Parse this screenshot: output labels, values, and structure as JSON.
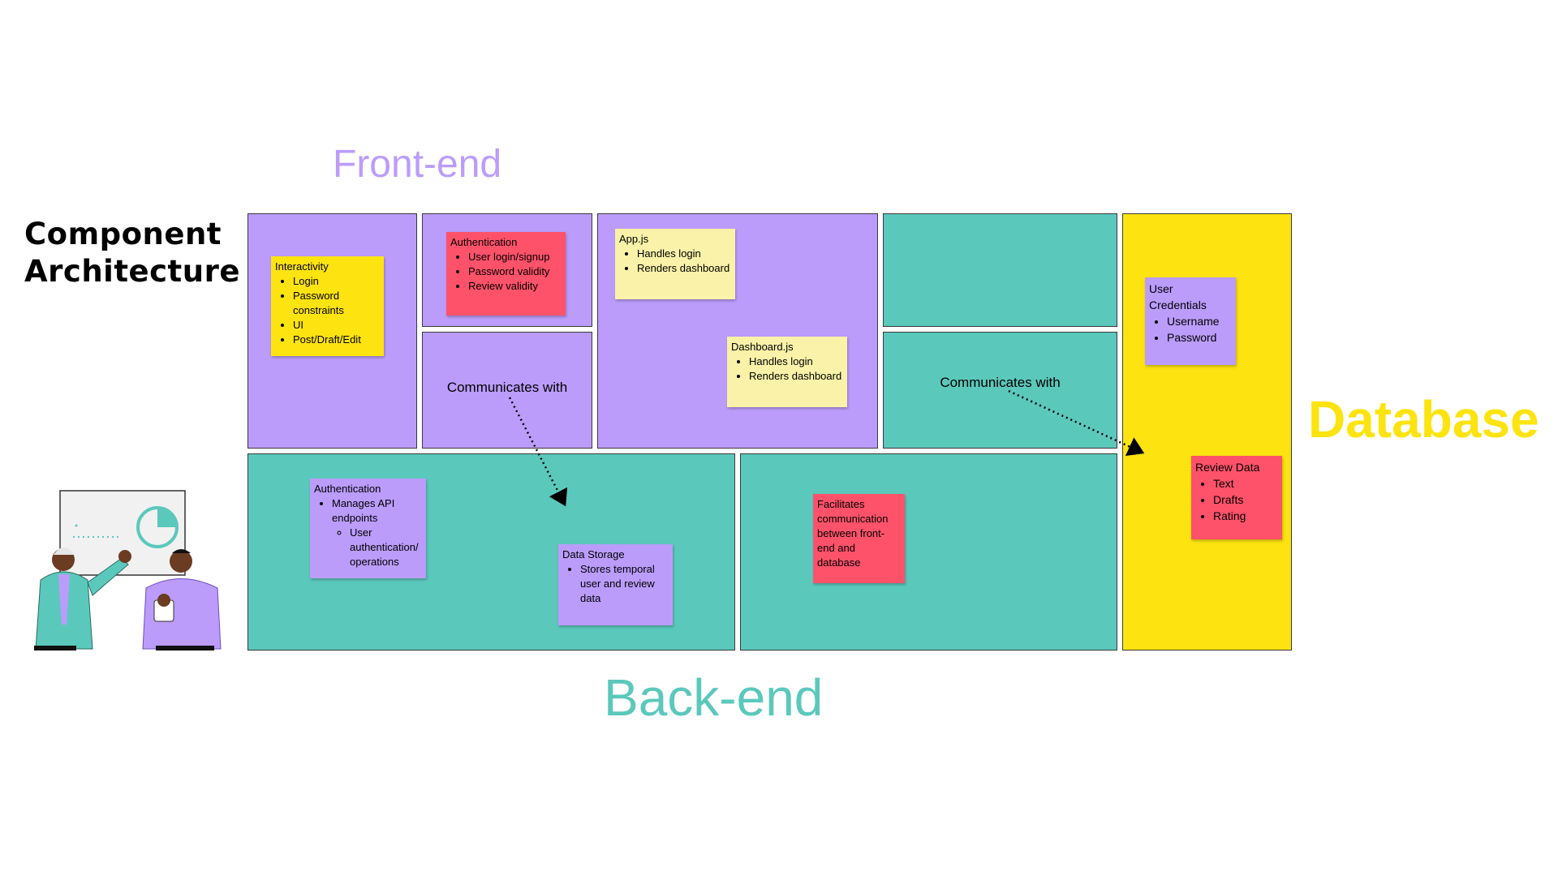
{
  "title": "Component\nArchitecture",
  "labels": {
    "frontend": "Front-end",
    "backend": "Back-end",
    "database": "Database"
  },
  "communicates": [
    "Communicates with",
    "Communicates with"
  ],
  "notes": {
    "interactivity": {
      "title": "Interactivity",
      "items": [
        "Login",
        "Password constraints",
        "UI",
        "Post/Draft/Edit"
      ]
    },
    "fe_auth": {
      "title": "Authentication",
      "items": [
        "User login/signup",
        "Password validity",
        "Review validity"
      ]
    },
    "appjs": {
      "title": "App.js",
      "items": [
        "Handles login",
        "Renders dashboard"
      ]
    },
    "dashboardjs": {
      "title": "Dashboard.js",
      "items": [
        "Handles login",
        "Renders dashboard"
      ]
    },
    "user_credentials": {
      "title": "User Credentials",
      "items": [
        "Username",
        "Password"
      ]
    },
    "review_data": {
      "title": "Review Data",
      "items": [
        "Text",
        "Drafts",
        "Rating"
      ]
    },
    "be_auth": {
      "title": "Authentication",
      "items": [
        "Manages API endpoints"
      ],
      "subitems": [
        "User authentication/ operations"
      ]
    },
    "data_storage": {
      "title": "Data Storage",
      "items": [
        "Stores temporal user and review data"
      ]
    },
    "facilitates": {
      "text": "Facilitates communication between front-end and database"
    }
  },
  "colors": {
    "purple": "#bb9cfb",
    "teal": "#5bc8bc",
    "yellow": "#fde310",
    "red": "#fe526a",
    "cream": "#f9f2a8"
  },
  "illustration": "two-people-presenting-chart"
}
